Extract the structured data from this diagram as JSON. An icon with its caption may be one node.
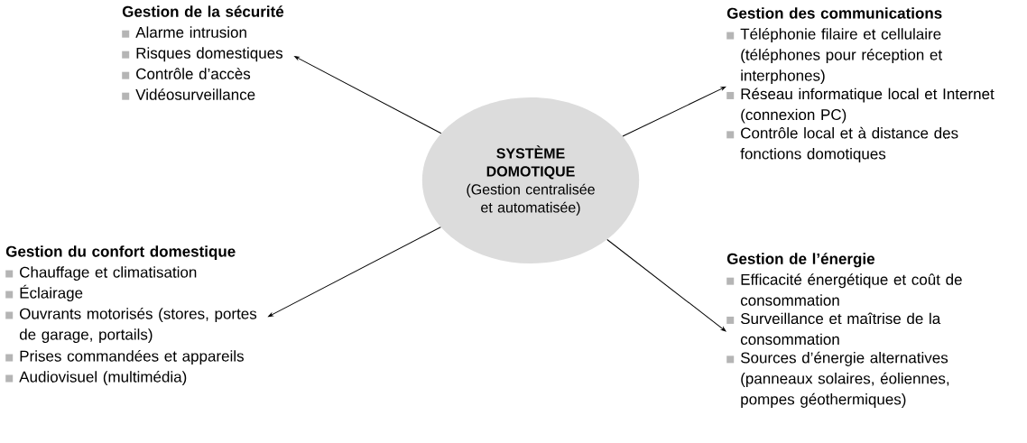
{
  "diagram": {
    "nodes": [
      {
        "text": [
          "SYSTÈME DOMOTIQUE",
          "(Gestion centralisée et automatisée)"
        ]
      },
      {
        "text": [
          "Gestion de la sécurité",
          "Alarme intrusion",
          "Risques domestiques",
          "Contrôle d’accès",
          "Vidéosurveillance"
        ]
      },
      {
        "text": [
          "Gestion des communications",
          "Téléphonie filaire et cellulaire (téléphones pour réception et interphones)",
          "Réseau informatique local et Internet (connexion PC)",
          "Contrôle local et à distance des fonctions domotiques"
        ]
      },
      {
        "text": [
          "Gestion du confort domestique",
          "Chauffage et climatisation",
          "Éclairage",
          "Ouvrants motorisés (stores, portes de garage, portails)",
          "Prises commandées et appareils",
          "Audiovisuel (multimédia)"
        ]
      },
      {
        "text": [
          "Gestion de l’énergie",
          "Efficacité énergétique et coût de consommation",
          "Surveillance et maîtrise de la consommation",
          "Sources d’énergie alternatives (panneaux solaires, éoliennes, pompes géothermiques)"
        ]
      }
    ],
    "edges": [
      {
        "from": 0,
        "to": 1,
        "arrow": "to"
      },
      {
        "from": 0,
        "to": 2,
        "arrow": "to"
      },
      {
        "from": 0,
        "to": 3,
        "arrow": "to"
      },
      {
        "from": 0,
        "to": 4,
        "arrow": "to"
      }
    ]
  }
}
